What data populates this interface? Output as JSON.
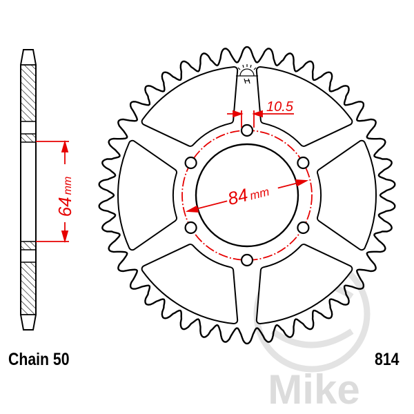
{
  "labels": {
    "chain": "Chain 50",
    "part_number": "814",
    "watermark": "Mike"
  },
  "dimensions": {
    "hub_width": "64",
    "hub_width_unit": "mm",
    "bolt_circle": "84",
    "bolt_circle_unit": "mm",
    "bolt_hole": "10.5"
  },
  "sprocket": {
    "bolt_holes": 6,
    "windows": 6
  },
  "colors": {
    "outline": "#000000",
    "dimension": "#e60000",
    "watermark": "#d9d9d9"
  }
}
